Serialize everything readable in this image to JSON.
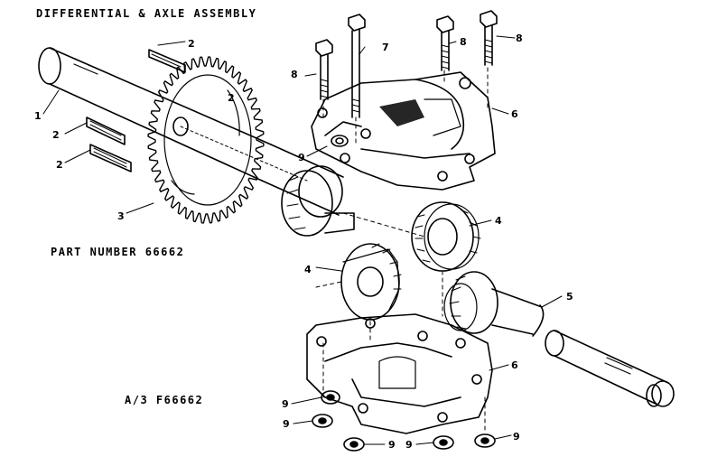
{
  "title": "DIFFERENTIAL & AXLE ASSEMBLY",
  "part_number_label": "PART NUMBER 66662",
  "reference_code": "A/3 F66662",
  "callouts": {
    "axle_left": "1",
    "key_top": "2",
    "key_mid": "2",
    "key_low": "2",
    "sprocket": "3",
    "gear_left": "4",
    "gear_right": "4",
    "axle_right": "5",
    "housing_top": "6",
    "housing_bottom": "6",
    "bolt_center": "7",
    "bolt_left": "8",
    "bolt_right_a": "8",
    "bolt_right_b": "8",
    "nut_top": "9",
    "nut_b1": "9",
    "nut_b2": "9",
    "nut_b3": "9",
    "nut_b4": "9",
    "nut_b5": "9"
  },
  "colors": {
    "ink": "#000000",
    "paper": "#ffffff"
  }
}
